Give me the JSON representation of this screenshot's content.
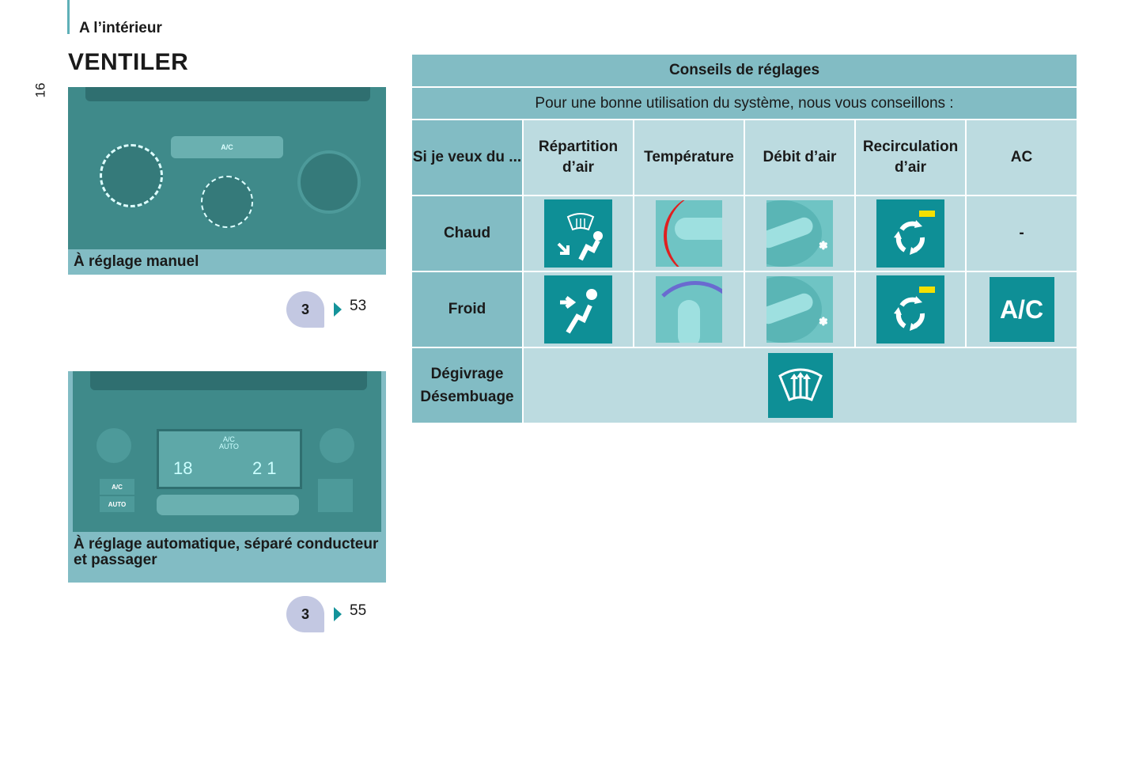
{
  "header": {
    "section": "A l’intérieur",
    "page_number": "16",
    "title": "VENTILER"
  },
  "panels": [
    {
      "caption": "À réglage manuel",
      "ref_chapter": "3",
      "ref_page": "53",
      "labels": [
        "A/C"
      ]
    },
    {
      "caption": "À réglage automatique, séparé conducteur et passager",
      "ref_chapter": "3",
      "ref_page": "55",
      "labels": [
        "A/C",
        "AUTO",
        "18",
        "21",
        "A/C",
        "AUTO"
      ]
    }
  ],
  "table": {
    "title": "Conseils de réglages",
    "subtitle": "Pour une bonne utilisation du système, nous vous conseillons :",
    "columns": [
      "Si je veux du ...",
      "Répartition d’air",
      "Température",
      "Débit d’air",
      "Recirculation d’air",
      "AC"
    ],
    "rows": [
      {
        "label": "Chaud",
        "ac": "-"
      },
      {
        "label": "Froid",
        "ac": "A/C"
      },
      {
        "label": "Dégivrage Désembuage"
      }
    ]
  },
  "colors": {
    "teal": "#0e8f96",
    "header": "#82bcc4",
    "cell": "#bcdbe0",
    "hot": "#e02020",
    "cold": "#6a6ad0",
    "indicator": "#f5e000"
  }
}
